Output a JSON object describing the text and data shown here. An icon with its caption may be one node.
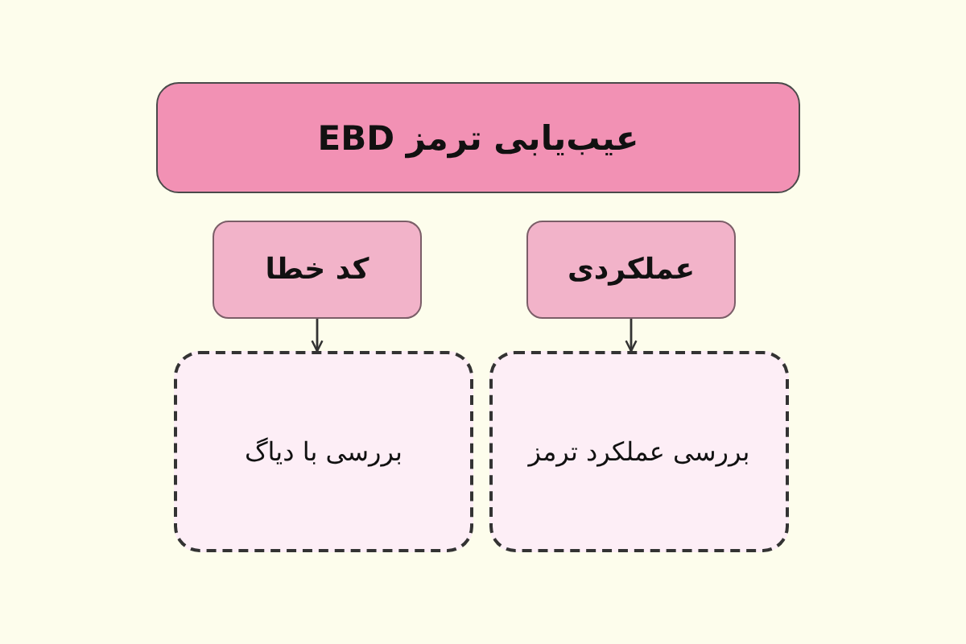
{
  "diagram": {
    "nodes": [
      {
        "text": [
          "عیب‌یابی ترمز EBD"
        ]
      },
      {
        "text": [
          "کد خطا"
        ]
      },
      {
        "text": [
          "عملکردی"
        ]
      },
      {
        "text": [
          "بررسی با دیاگ"
        ]
      },
      {
        "text": [
          "بررسی عملکرد ترمز"
        ]
      }
    ],
    "edges": [
      {
        "from": 1,
        "to": 3,
        "arrow": "to"
      },
      {
        "from": 2,
        "to": 4,
        "arrow": "to"
      }
    ]
  }
}
